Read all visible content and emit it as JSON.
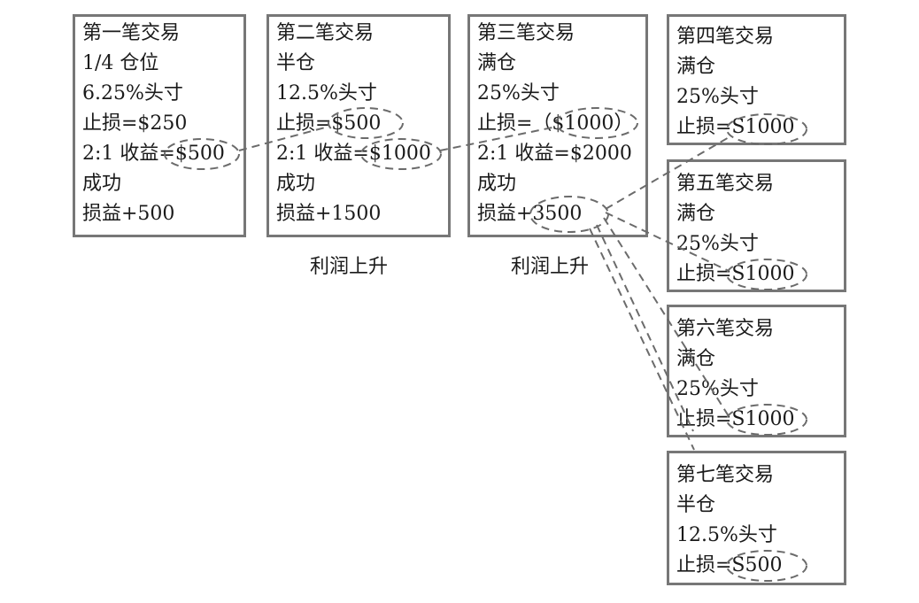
{
  "trades": [
    {
      "title": "第一笔交易",
      "position": "1/4 仓位",
      "size": "6.25%头寸",
      "stop": "止损=$250",
      "target": "2:1 收益=$500",
      "result": "成功",
      "pnl": "损益+500"
    },
    {
      "title": "第二笔交易",
      "position": "半仓",
      "size": "12.5%头寸",
      "stop": "止损=$500",
      "target": "2:1 收益=$1000",
      "result": "成功",
      "pnl": "损益+1500"
    },
    {
      "title": "第三笔交易",
      "position": "满仓",
      "size": "25%头寸",
      "stop": "止损=（$1000）",
      "target": "2:1 收益=$2000",
      "result": "成功",
      "pnl": "损益+3500"
    },
    {
      "title": "第四笔交易",
      "position": "满仓",
      "size": "25%头寸",
      "stop": "止损=S1000"
    },
    {
      "title": "第五笔交易",
      "position": "满仓",
      "size": "25%头寸",
      "stop": "止损=S1000"
    },
    {
      "title": "第六笔交易",
      "position": "满仓",
      "size": "25%头寸",
      "stop": "止损=S1000"
    },
    {
      "title": "第七笔交易",
      "position": "半仓",
      "size": "12.5%头寸",
      "stop": "止损=S500"
    }
  ],
  "captions": [
    "利润上升",
    "利润上升"
  ]
}
